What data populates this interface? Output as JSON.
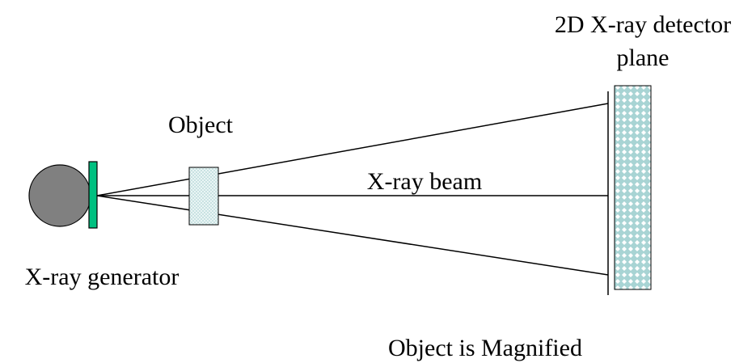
{
  "labels": {
    "detector_line1": "2D X-ray detector",
    "detector_line2": "plane",
    "object": "Object",
    "beam": "X-ray beam",
    "generator": "X-ray generator",
    "caption": "Object is Magnified"
  },
  "colors": {
    "generator_body": "#808080",
    "generator_window": "#00c080",
    "object_fill": "#c8e2e2",
    "detector_fill": "#a8d4d4",
    "detector_pattern": "#ffffff",
    "lines": "#000000"
  }
}
